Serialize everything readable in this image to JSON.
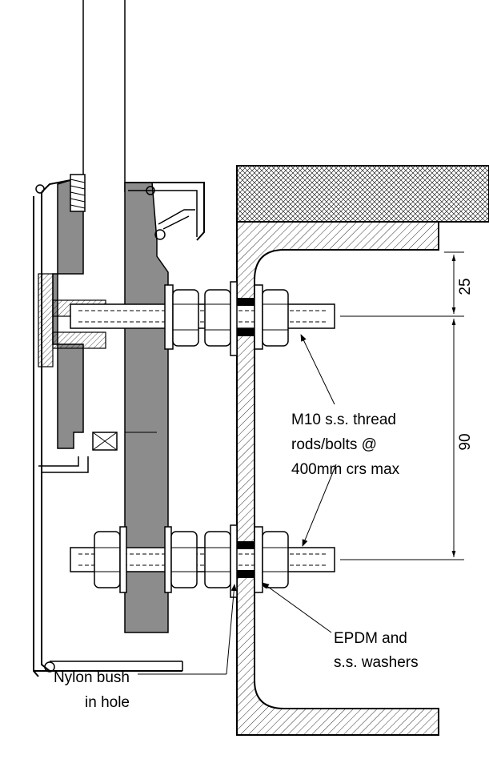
{
  "labels": {
    "rod_line1": "M10 s.s. thread",
    "rod_line2": "rods/bolts @",
    "rod_line3": "400mm crs max",
    "washer_line1": "EPDM and",
    "washer_line2": "s.s. washers",
    "bush_line1": "Nylon bush",
    "bush_line2": "in hole"
  },
  "dimensions": {
    "top": "25",
    "spacing": "90"
  },
  "colors": {
    "glass_fill": "#8c8c8c",
    "line": "#000000",
    "hatch": "#000000",
    "background": "#ffffff"
  }
}
